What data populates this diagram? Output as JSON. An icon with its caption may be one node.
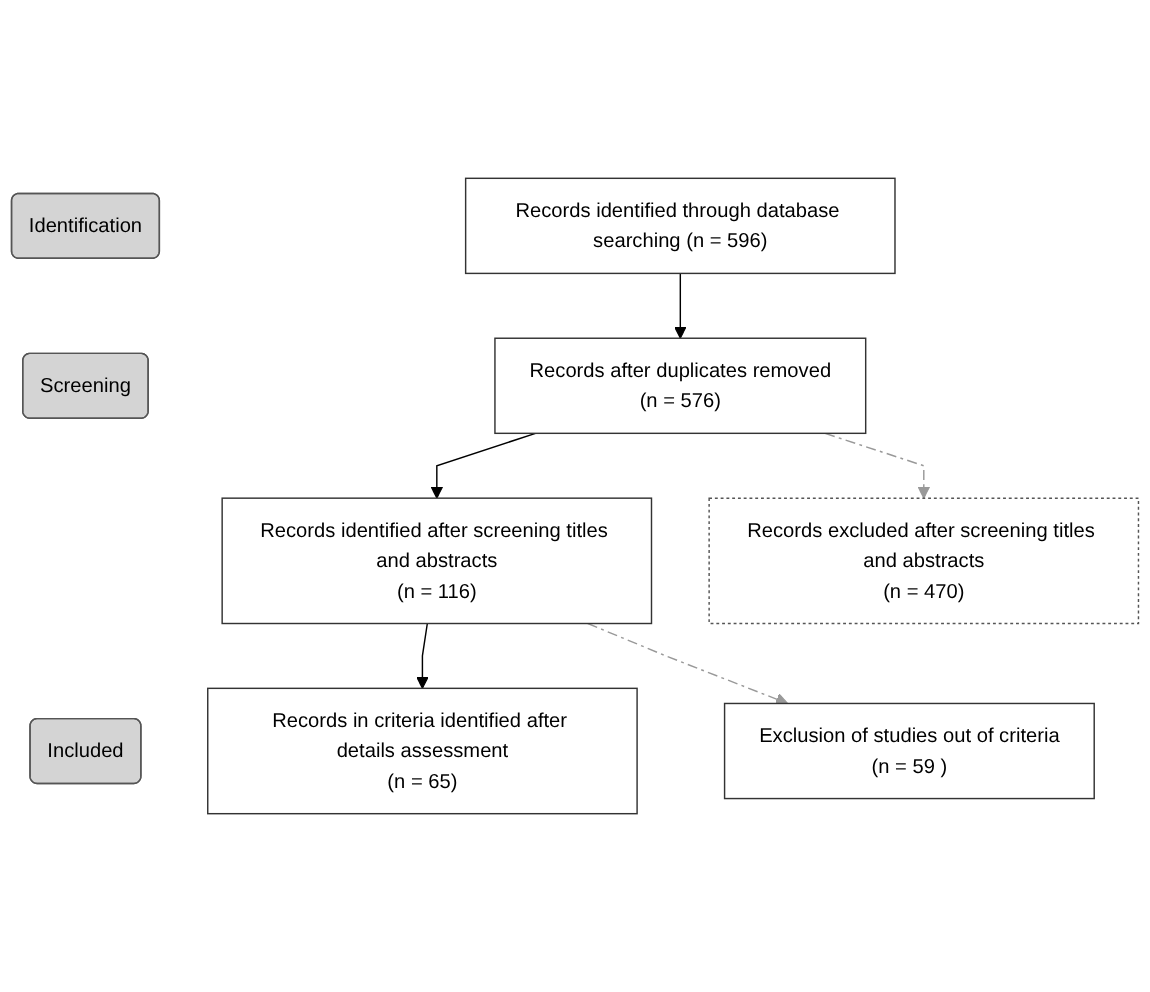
{
  "diagram": {
    "nodes": [
      {
        "text": [
          "Identification"
        ]
      },
      {
        "text": [
          "Records identified through database searching (n = 596)"
        ]
      },
      {
        "text": [
          "Screening"
        ]
      },
      {
        "text": [
          "Records after duplicates removed",
          "(n = 576)"
        ]
      },
      {
        "text": [
          "Records identified after screening titles and abstracts",
          "(n = 116)"
        ]
      },
      {
        "text": [
          "Records excluded after screening titles and abstracts",
          "(n = 470)"
        ]
      },
      {
        "text": [
          "Included"
        ]
      },
      {
        "text": [
          "Records in criteria identified after details assessment",
          "(n = 65)"
        ]
      },
      {
        "text": [
          "Exclusion of studies out of criteria",
          "(n = 59 )"
        ]
      }
    ],
    "edges": [
      {
        "from": 1,
        "to": 3,
        "arrow": "to"
      },
      {
        "from": 3,
        "to": 4,
        "arrow": "to"
      },
      {
        "from": 3,
        "to": 5,
        "arrow": "to",
        "style": "dashed",
        "color": "#999999"
      },
      {
        "from": 4,
        "to": 7,
        "arrow": "to"
      },
      {
        "from": 4,
        "to": 8,
        "arrow": "to",
        "style": "dashed",
        "color": "#999999"
      }
    ]
  }
}
